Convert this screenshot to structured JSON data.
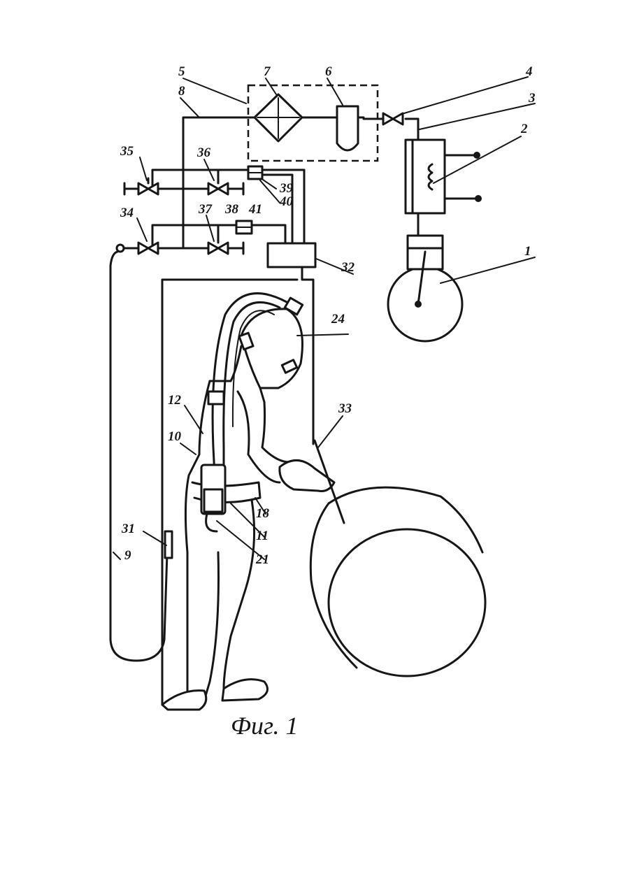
{
  "labels": {
    "l1": "1",
    "l2": "2",
    "l3": "3",
    "l4": "4",
    "l5": "5",
    "l6": "6",
    "l7": "7",
    "l8": "8",
    "l9": "9",
    "l10": "10",
    "l11": "11",
    "l12": "12",
    "l18": "18",
    "l21": "21",
    "l24": "24",
    "l31": "31",
    "l32": "32",
    "l33": "33",
    "l34": "34",
    "l35": "35",
    "l36": "36",
    "l37": "37",
    "l38": "38",
    "l39": "39",
    "l40": "40",
    "l41": "41"
  },
  "caption": "Фиг. 1"
}
